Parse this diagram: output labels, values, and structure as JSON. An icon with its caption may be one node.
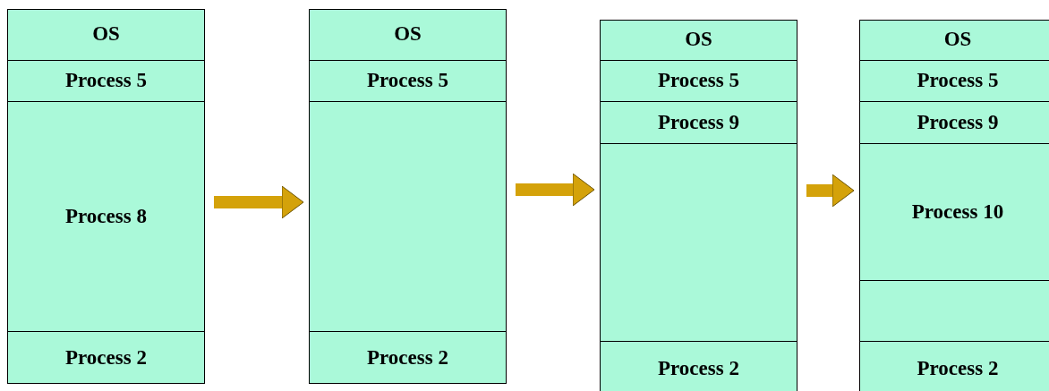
{
  "diagram": {
    "nodes": [
      {
        "text": [],
        "shape": "box"
      },
      {
        "text": [
          "OS"
        ],
        "in": 0
      },
      {
        "text": [
          "Process 5"
        ],
        "in": 0
      },
      {
        "text": [
          "Process 8"
        ],
        "in": 0
      },
      {
        "text": [
          "Process 2"
        ],
        "in": 0
      },
      {
        "text": [],
        "shape": "box"
      },
      {
        "text": [
          "OS"
        ],
        "in": 5
      },
      {
        "text": [
          "Process 5"
        ],
        "in": 5
      },
      {
        "text": [],
        "shape": "box",
        "in": 5
      },
      {
        "text": [
          "Process 2"
        ],
        "in": 5
      },
      {
        "text": [],
        "shape": "box"
      },
      {
        "text": [
          "OS"
        ],
        "in": 10
      },
      {
        "text": [
          "Process 5"
        ],
        "in": 10
      },
      {
        "text": [
          "Process 9"
        ],
        "in": 10
      },
      {
        "text": [],
        "shape": "box",
        "in": 10
      },
      {
        "text": [
          "Process 2"
        ],
        "in": 10
      },
      {
        "text": [],
        "shape": "box"
      },
      {
        "text": [
          "OS"
        ],
        "in": 16
      },
      {
        "text": [
          "Process 5"
        ],
        "in": 16
      },
      {
        "text": [
          "Process 9"
        ],
        "in": 16
      },
      {
        "text": [
          "Process 10"
        ],
        "in": 16
      },
      {
        "text": [],
        "shape": "box",
        "in": 16
      },
      {
        "text": [
          "Process 2"
        ],
        "in": 16
      }
    ],
    "edges": [
      {
        "from": 0,
        "to": 5,
        "arrow": "to"
      },
      {
        "from": 5,
        "to": 10,
        "arrow": "to"
      },
      {
        "from": 10,
        "to": 16,
        "arrow": "to"
      }
    ]
  }
}
